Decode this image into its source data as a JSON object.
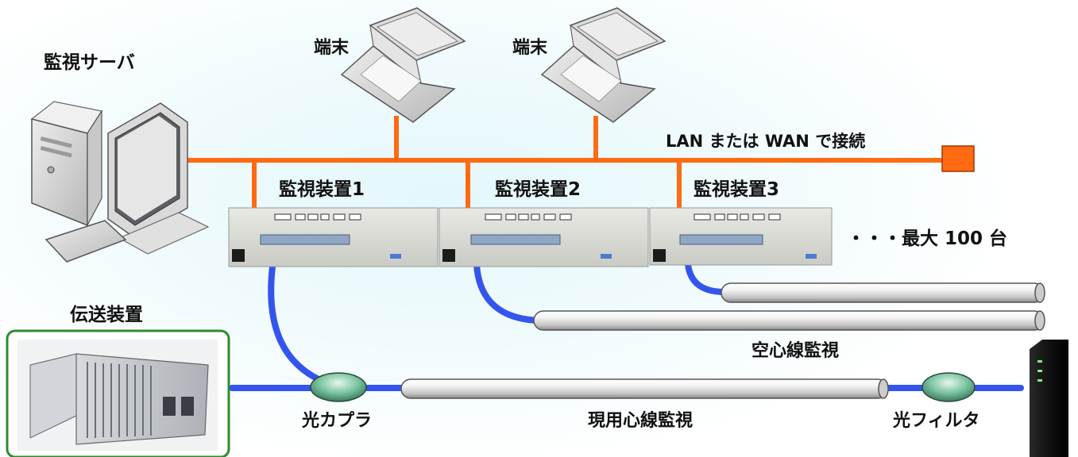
{
  "labels": {
    "server": "監視サーバ",
    "terminal_1": "端末",
    "terminal_2": "端末",
    "network": "LAN または WAN で接続",
    "monitor_1": "監視装置1",
    "monitor_2": "監視装置2",
    "monitor_3": "監視装置3",
    "max_units": "・・・最大 100 台",
    "transmission": "伝送装置",
    "coupler": "光カプラ",
    "active_fiber": "現用心線監視",
    "dark_fiber": "空心線監視",
    "filter": "光フィルタ"
  },
  "colors": {
    "network_line": "#ff6a13",
    "fiber_line": "#3355ee",
    "coupler_fill": "#4e9a78",
    "transmission_border": "#2e8b2e"
  }
}
